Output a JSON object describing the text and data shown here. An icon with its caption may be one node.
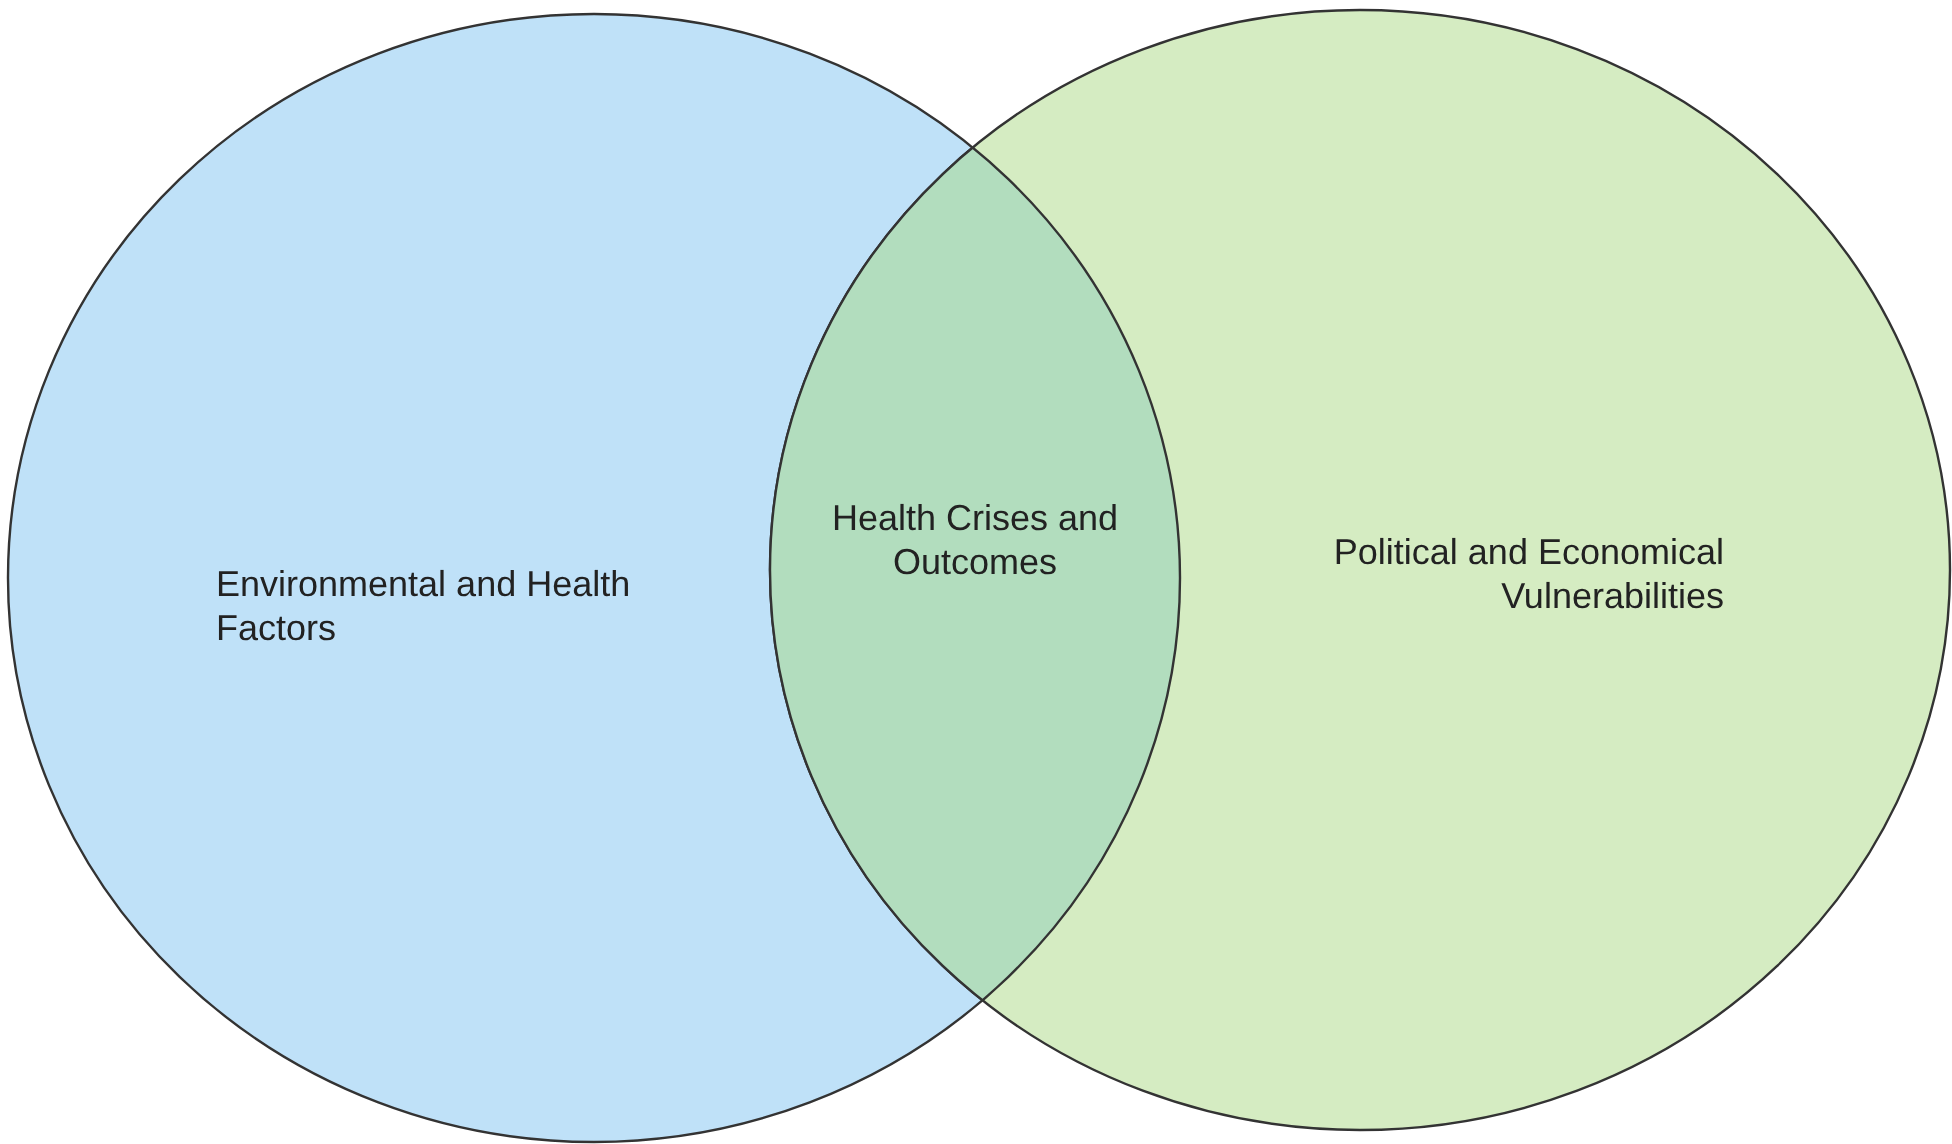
{
  "diagram": {
    "nodes": [
      {
        "text": [
          "Environmental and Health Factors"
        ]
      },
      {
        "text": [
          "Political and Economical Vulnerabilities"
        ]
      }
    ],
    "labels": [
      "Health Crises and Outcomes"
    ]
  }
}
